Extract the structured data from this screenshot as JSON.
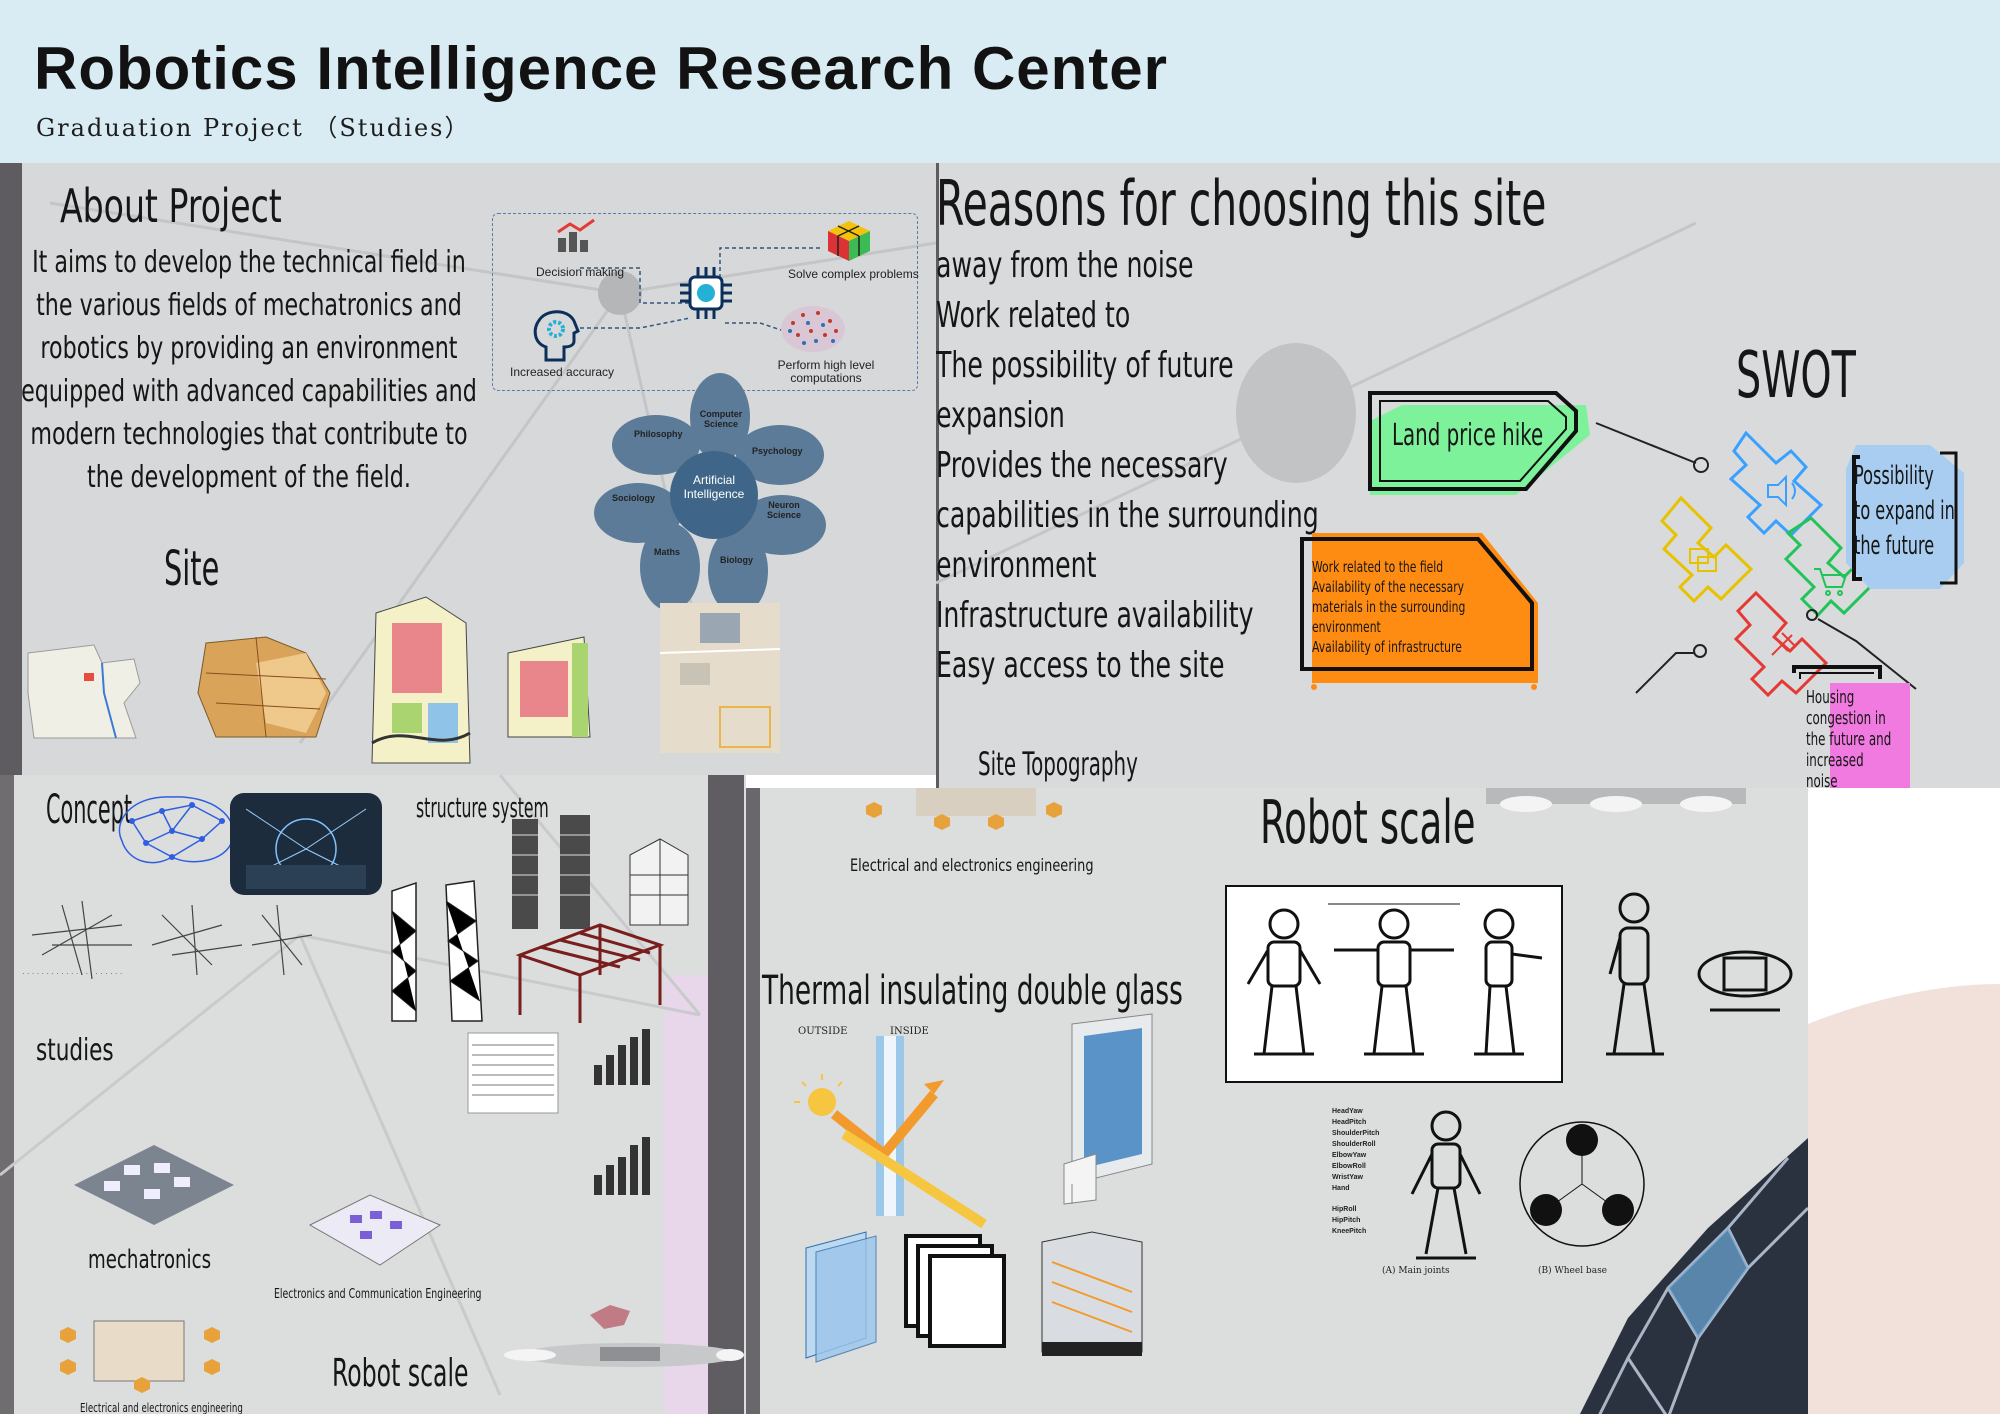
{
  "header": {
    "title": "Robotics Intelligence Research Center",
    "subtitle": "Graduation Project （Studies）"
  },
  "about": {
    "heading": "About Project",
    "body_lines": [
      "It aims to develop the technical field in",
      "the various fields of mechatronics and",
      "robotics by providing an environment",
      "equipped with advanced capabilities and",
      "modern technologies that contribute to",
      "the development of the field."
    ],
    "site_label": "Site",
    "ai_nodes": {
      "decision": "Decision making",
      "solve": "Solve complex problems",
      "accuracy": "Increased accuracy",
      "perform": "Perform high level computations"
    },
    "flower": {
      "center": "Artificial Intelligence",
      "petals": [
        "Computer Science",
        "Psychology",
        "Neuron Science",
        "Biology",
        "Maths",
        "Sociology",
        "Philosophy"
      ]
    }
  },
  "reasons": {
    "heading": "Reasons for choosing this site",
    "lines": [
      "away from the noise",
      "Work related to",
      "The possibility of future",
      "expansion",
      "Provides the necessary",
      "capabilities in the surrounding",
      "environment",
      "Infrastructure availability",
      "Easy access to the site"
    ],
    "swot_title": "SWOT",
    "land_price": "Land price hike",
    "strengths": [
      "Work related to the field",
      "Availability of the necessary",
      "materials in the surrounding",
      "environment",
      "Availability of infrastructure"
    ],
    "opportunity": [
      "Possibility",
      "to expand in",
      "the future"
    ],
    "threat": [
      "Housing",
      "congestion in",
      "the future and",
      "increased",
      "noise"
    ],
    "site_topography": "Site Topography"
  },
  "concept": {
    "concept_label": "Concept",
    "structure_label": "structure system",
    "studies_label": "studies",
    "mechatronics_label": "mechatronics",
    "ece_label": "Electronics and Communication Engineering",
    "eee_label": "Electrical and electronics engineering",
    "robot_scale_label": "Robot scale"
  },
  "robot": {
    "eee_label": "Electrical and electronics engineering",
    "heading": "Robot scale",
    "glass_heading": "Thermal insulating double glass",
    "outside": "OUTSIDE",
    "inside": "INSIDE",
    "joints_caption": "(A) Main joints",
    "wheel_caption": "(B) Wheel base",
    "joint_labels": [
      "HeadYaw",
      "HeadPitch",
      "ShoulderPitch",
      "ShoulderRoll",
      "ElbowYaw",
      "ElbowRoll",
      "WristYaw",
      "Hand",
      "HipRoll",
      "HipPitch",
      "KneePitch"
    ]
  },
  "colors": {
    "header_bg": "#d9ebf3",
    "panel_bg": "#d7d8d9",
    "green": "#7ef29a",
    "orange": "#ff8c12",
    "blue_box": "#a9cdf0",
    "magenta": "#f07ae0",
    "petal": "#5b7b98"
  }
}
